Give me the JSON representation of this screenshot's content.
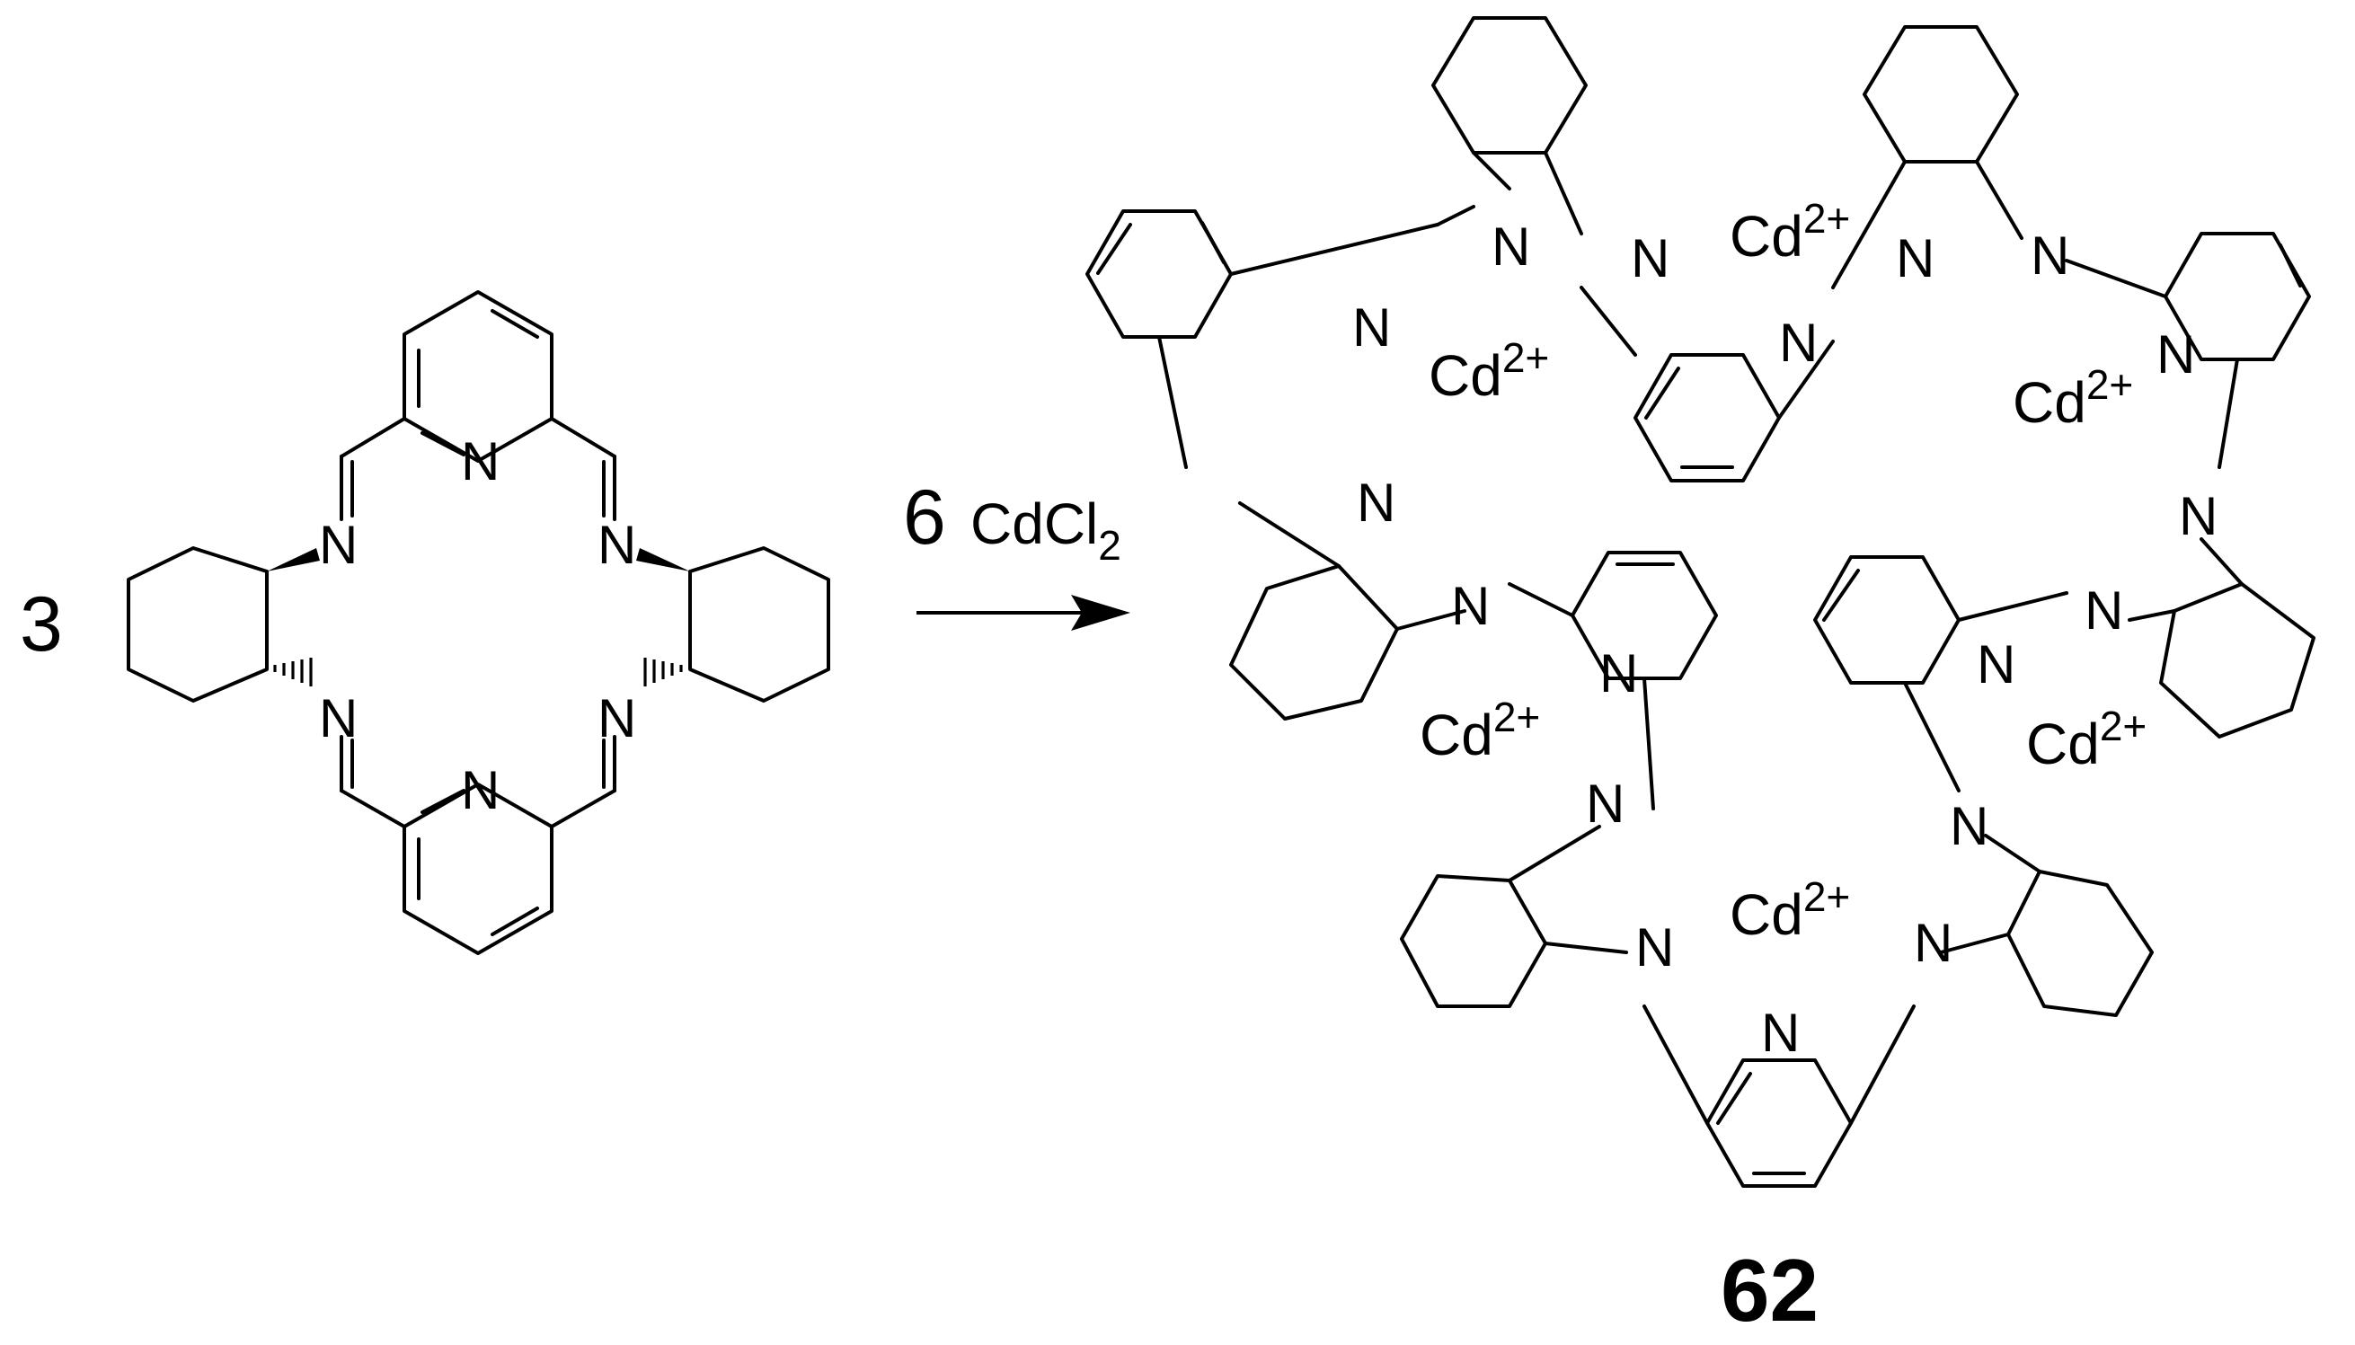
{
  "scheme": {
    "coefficient": "3",
    "reagent": {
      "equivalents": "6",
      "formula": "CdCl",
      "subscript": "2"
    },
    "compound_number": "62",
    "nitrogen_label": "N",
    "cadmium_ion": {
      "symbol": "Cd",
      "charge": "2+"
    }
  },
  "colors": {
    "ink": "#000000",
    "background": "#ffffff"
  }
}
